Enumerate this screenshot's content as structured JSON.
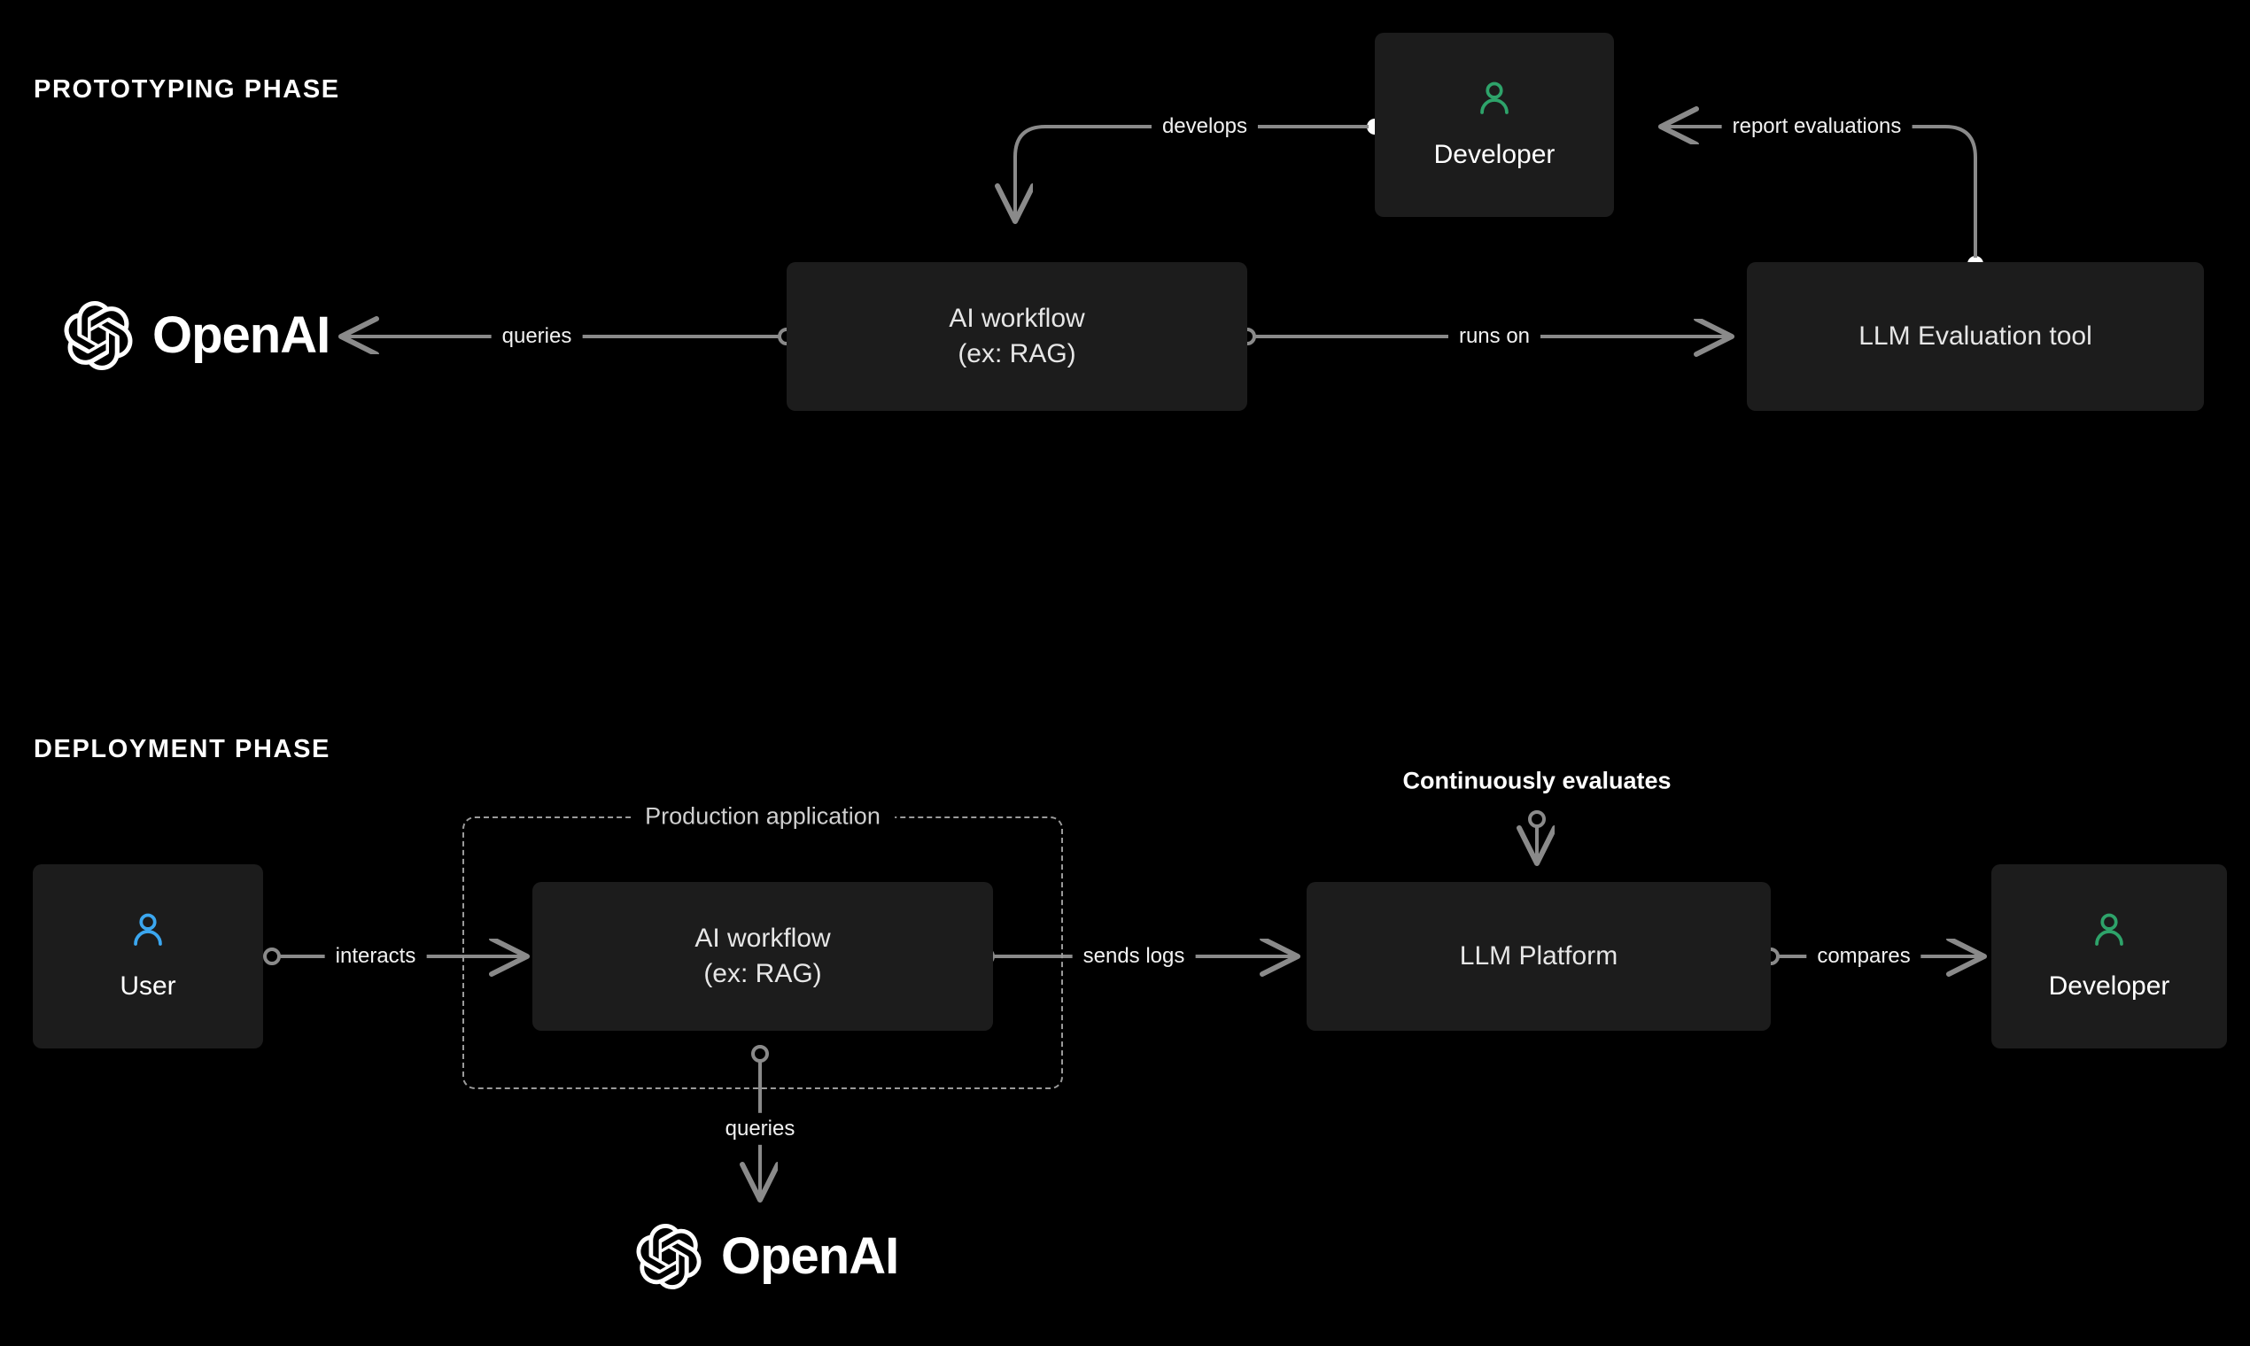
{
  "diagram": {
    "title_prototyping": "PROTOTYPING PHASE",
    "title_deployment": "DEPLOYMENT PHASE",
    "background_color": "#000000",
    "node_color": "#1c1c1c",
    "edge_color": "#8a8a8a",
    "accent_green": "#2ea36a",
    "accent_blue": "#3ba7f0",
    "brand": "OpenAI"
  },
  "prototyping": {
    "nodes": {
      "openai": {
        "label": "OpenAI",
        "icon": "openai-logo-icon"
      },
      "ai_workflow": {
        "label": "AI workflow\n(ex: RAG)"
      },
      "developer": {
        "label": "Developer",
        "icon": "person-icon",
        "icon_color": "#2ea36a"
      },
      "llm_eval_tool": {
        "label": "LLM Evaluation tool"
      }
    },
    "edges": [
      {
        "label": "queries",
        "from": "ai_workflow",
        "to": "openai"
      },
      {
        "label": "develops",
        "from": "developer",
        "to": "ai_workflow"
      },
      {
        "label": "runs on",
        "from": "ai_workflow",
        "to": "llm_eval_tool"
      },
      {
        "label": "report evaluations",
        "from": "llm_eval_tool",
        "to": "developer"
      }
    ]
  },
  "deployment": {
    "nodes": {
      "user": {
        "label": "User",
        "icon": "person-icon",
        "icon_color": "#3ba7f0"
      },
      "ai_workflow": {
        "label": "AI workflow\n(ex: RAG)"
      },
      "llm_platform": {
        "label": "LLM Platform"
      },
      "developer": {
        "label": "Developer",
        "icon": "person-icon",
        "icon_color": "#2ea36a"
      },
      "openai": {
        "label": "OpenAI",
        "icon": "openai-logo-icon"
      }
    },
    "group": {
      "label": "Production application"
    },
    "annotation": {
      "label": "Continuously evaluates"
    },
    "edges": [
      {
        "label": "interacts",
        "from": "user",
        "to": "ai_workflow"
      },
      {
        "label": "sends logs",
        "from": "ai_workflow",
        "to": "llm_platform"
      },
      {
        "label": "compares",
        "from": "llm_platform",
        "to": "developer"
      },
      {
        "label": "queries",
        "from": "ai_workflow",
        "to": "openai"
      }
    ]
  }
}
